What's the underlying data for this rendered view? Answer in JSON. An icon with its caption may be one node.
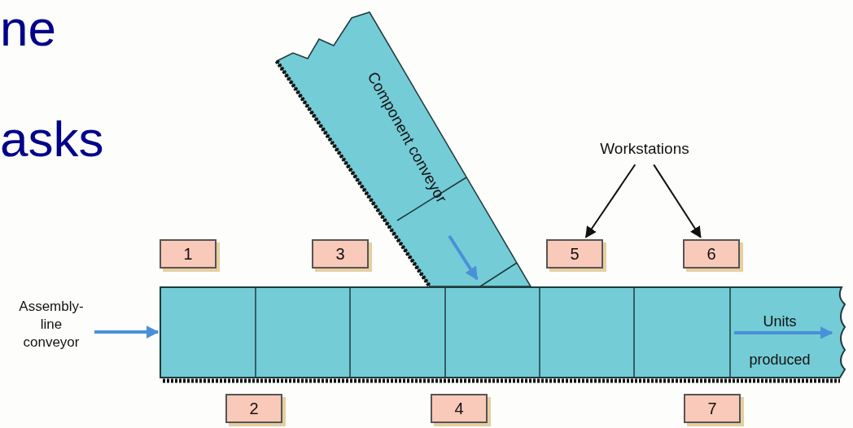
{
  "diagram": {
    "nodes": [
      {
        "text": [
          "Workstations"
        ]
      },
      {
        "text": [
          "1"
        ]
      },
      {
        "text": [
          "3"
        ]
      },
      {
        "text": [
          "5"
        ]
      },
      {
        "text": [
          "6"
        ]
      },
      {
        "text": [
          "2"
        ]
      },
      {
        "text": [
          "4"
        ]
      },
      {
        "text": [
          "7"
        ]
      },
      {
        "text": [
          "Component conveyor"
        ]
      },
      {
        "text": [
          "Units produced"
        ]
      },
      {
        "text": [
          "Assembly-line conveyor"
        ]
      }
    ],
    "edges": [
      {
        "from": 0,
        "to": 3,
        "arrow": "to"
      },
      {
        "from": 0,
        "to": 4,
        "arrow": "to"
      },
      {
        "from": 10,
        "to": 9,
        "arrow": "to",
        "color": "#4a90d9",
        "style": "thick"
      }
    ],
    "labels": [
      "ne",
      "asks"
    ]
  }
}
